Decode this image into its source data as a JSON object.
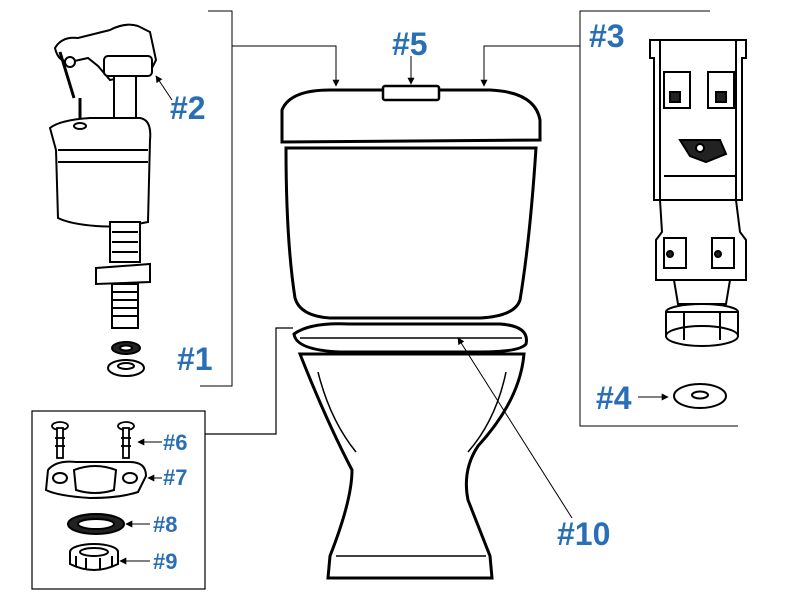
{
  "diagram": {
    "callouts": {
      "p1": "#1",
      "p2": "#2",
      "p3": "#3",
      "p4": "#4",
      "p5": "#5",
      "p6": "#6",
      "p7": "#7",
      "p8": "#8",
      "p9": "#9",
      "p10": "#10"
    },
    "colors": {
      "callout": "#2a6fb5",
      "line": "#000000",
      "background": "#ffffff"
    }
  }
}
